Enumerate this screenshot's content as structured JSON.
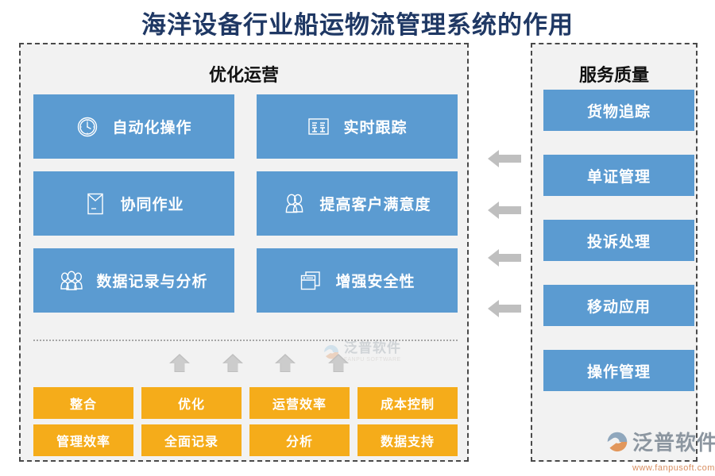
{
  "page": {
    "title": "海洋设备行业船运物流管理系统的作用",
    "colors": {
      "title_text": "#1F3864",
      "card_blue": "#5B9BD1",
      "tag_yellow": "#F5AC1A",
      "panel_bg": "#F2F2F2",
      "panel_border": "#4A4A4A",
      "arrow_gray": "#BFBFBF"
    }
  },
  "left_panel": {
    "title": "优化运营",
    "features": [
      {
        "label": "自动化操作",
        "icon": "clock-icon"
      },
      {
        "label": "实时跟踪",
        "icon": "document-list-icon"
      },
      {
        "label": "协同作业",
        "icon": "envelope-note-icon"
      },
      {
        "label": "提高客户满意度",
        "icon": "two-users-icon"
      },
      {
        "label": "数据记录与分析",
        "icon": "group-users-icon"
      },
      {
        "label": "增强安全性",
        "icon": "stacked-windows-icon"
      }
    ],
    "up_arrows": [
      "up-arrow-icon",
      "up-arrow-icon",
      "up-arrow-icon",
      "up-arrow-icon"
    ],
    "tags": [
      "整合",
      "优化",
      "运营效率",
      "成本控制",
      "管理效率",
      "全面记录",
      "分析",
      "数据支持"
    ]
  },
  "right_panel": {
    "title": "服务质量",
    "services": [
      "货物追踪",
      "单证管理",
      "投诉处理",
      "移动应用",
      "操作管理"
    ]
  },
  "connectors": {
    "left_arrows": [
      "left-arrow-icon",
      "left-arrow-icon",
      "left-arrow-icon",
      "left-arrow-icon"
    ]
  },
  "watermarks": {
    "inner": {
      "name": "泛普软件",
      "sub": "FANPU SOFTWARE"
    },
    "main": {
      "name": "泛普软件",
      "sub": "www.fanpusoft.com"
    }
  }
}
